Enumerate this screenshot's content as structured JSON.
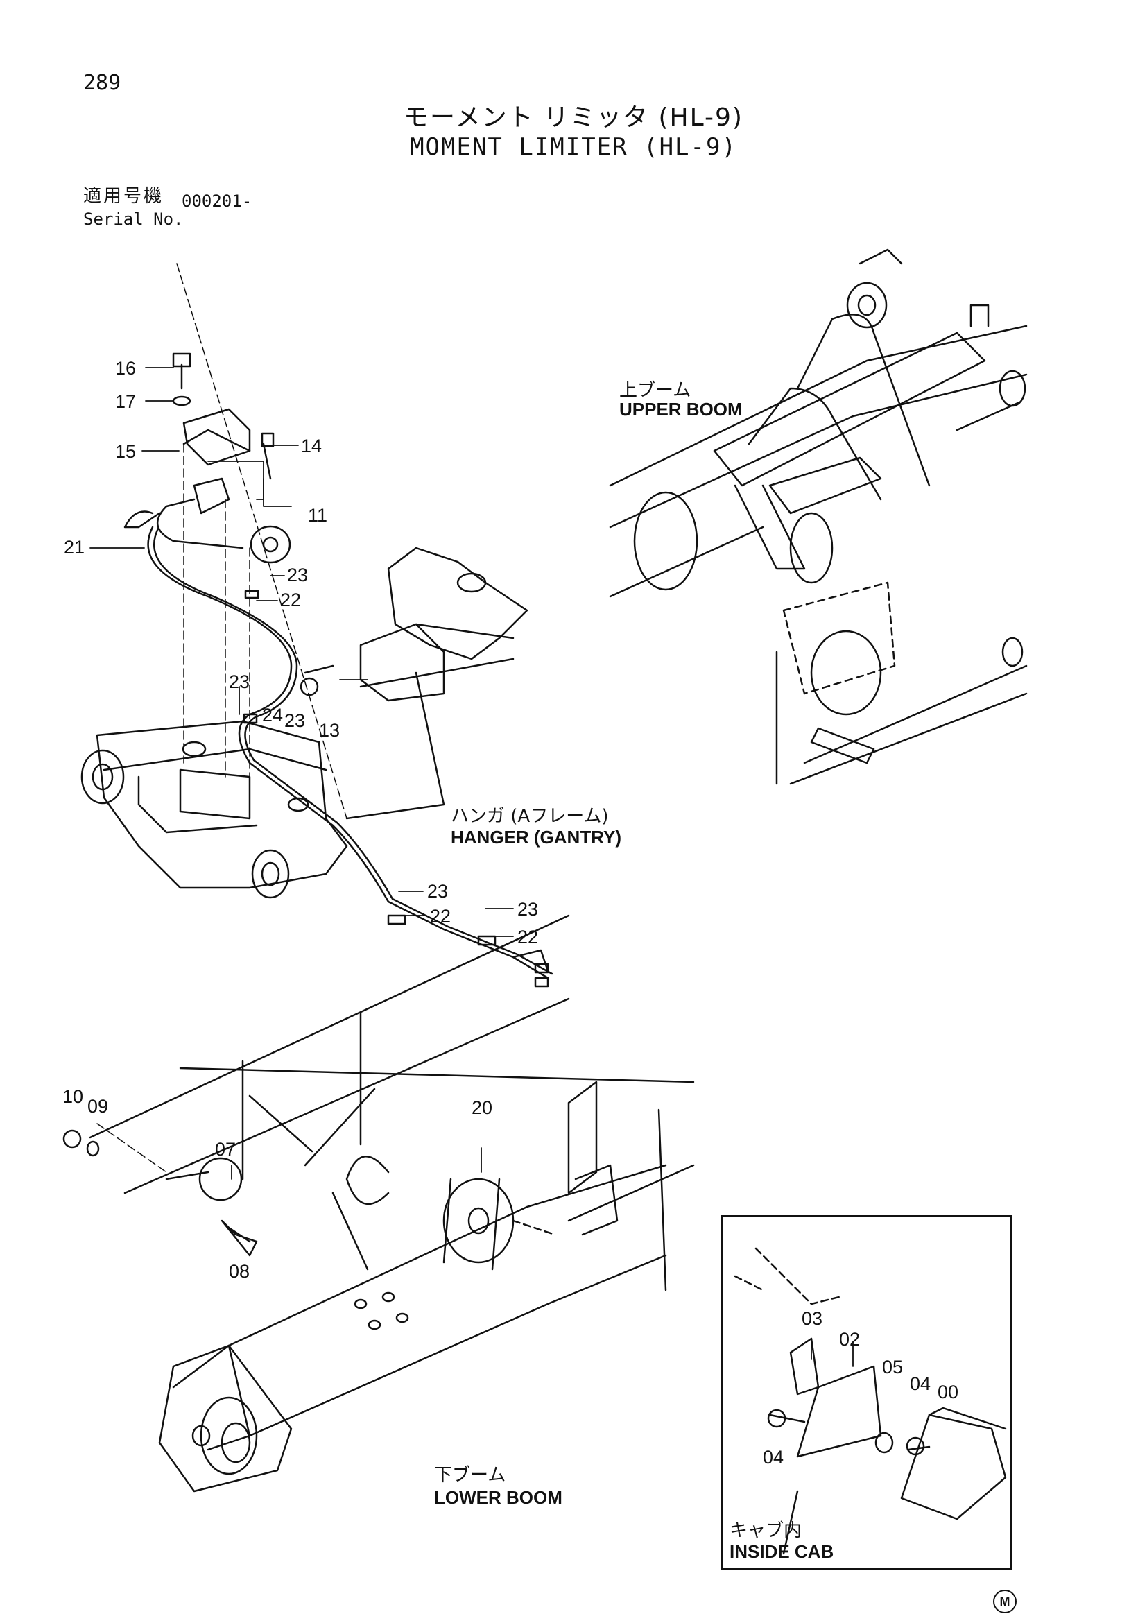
{
  "header": {
    "page_number": "289",
    "title_jp": "モーメント リミッタ (HL-9)",
    "title_en": "MOMENT LIMITER (HL-9)",
    "serial_label_jp": "適用号機",
    "serial_label_en": "Serial No.",
    "serial_value": "000201-"
  },
  "sections": {
    "upper_boom": {
      "label_jp": "上ブーム",
      "label_en": "UPPER BOOM"
    },
    "hanger": {
      "label_jp": "ハンガ (Aフレーム)",
      "label_en": "HANGER (GANTRY)"
    },
    "lower_boom": {
      "label_jp": "下ブーム",
      "label_en": "LOWER BOOM"
    },
    "inside_cab": {
      "label_jp": "キャブ内",
      "label_en": "INSIDE CAB"
    }
  },
  "callouts": {
    "p16": "16",
    "p17": "17",
    "p15": "15",
    "p14": "14",
    "p11": "11",
    "p21": "21",
    "p23a": "23",
    "p22a": "22",
    "p23b": "23",
    "p24": "24",
    "p23c": "23",
    "p13": "13",
    "p23d": "23",
    "p22b": "22",
    "p23e": "23",
    "p22c": "22",
    "p10": "10",
    "p09": "09",
    "p07": "07",
    "p08": "08",
    "p20": "20",
    "p03": "03",
    "p02": "02",
    "p05": "05",
    "p04a": "04",
    "p00": "00",
    "p04b": "04"
  },
  "footer_mark": "M"
}
